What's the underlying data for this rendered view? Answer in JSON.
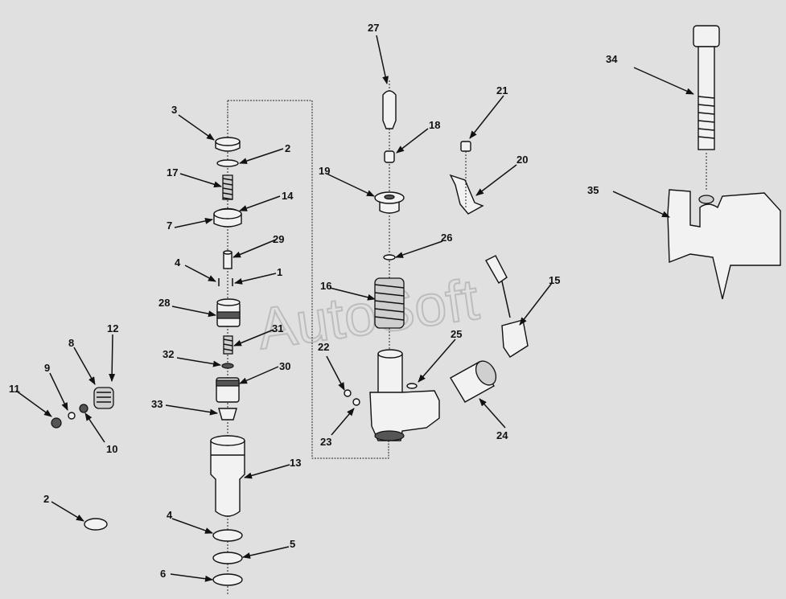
{
  "watermark": "AutoSoft",
  "callouts": {
    "c1": "1",
    "c2a": "2",
    "c2b": "2",
    "c3": "3",
    "c4a": "4",
    "c4b": "4",
    "c5": "5",
    "c6": "6",
    "c7": "7",
    "c8": "8",
    "c9": "9",
    "c10": "10",
    "c11": "11",
    "c12": "12",
    "c13": "13",
    "c14": "14",
    "c15": "15",
    "c16": "16",
    "c17": "17",
    "c18": "18",
    "c19": "19",
    "c20": "20",
    "c21": "21",
    "c22": "22",
    "c23": "23",
    "c24": "24",
    "c25": "25",
    "c26": "26",
    "c27": "27",
    "c28": "28",
    "c29": "29",
    "c30": "30",
    "c31": "31",
    "c32": "32",
    "c33": "33",
    "c34": "34",
    "c35": "35"
  }
}
